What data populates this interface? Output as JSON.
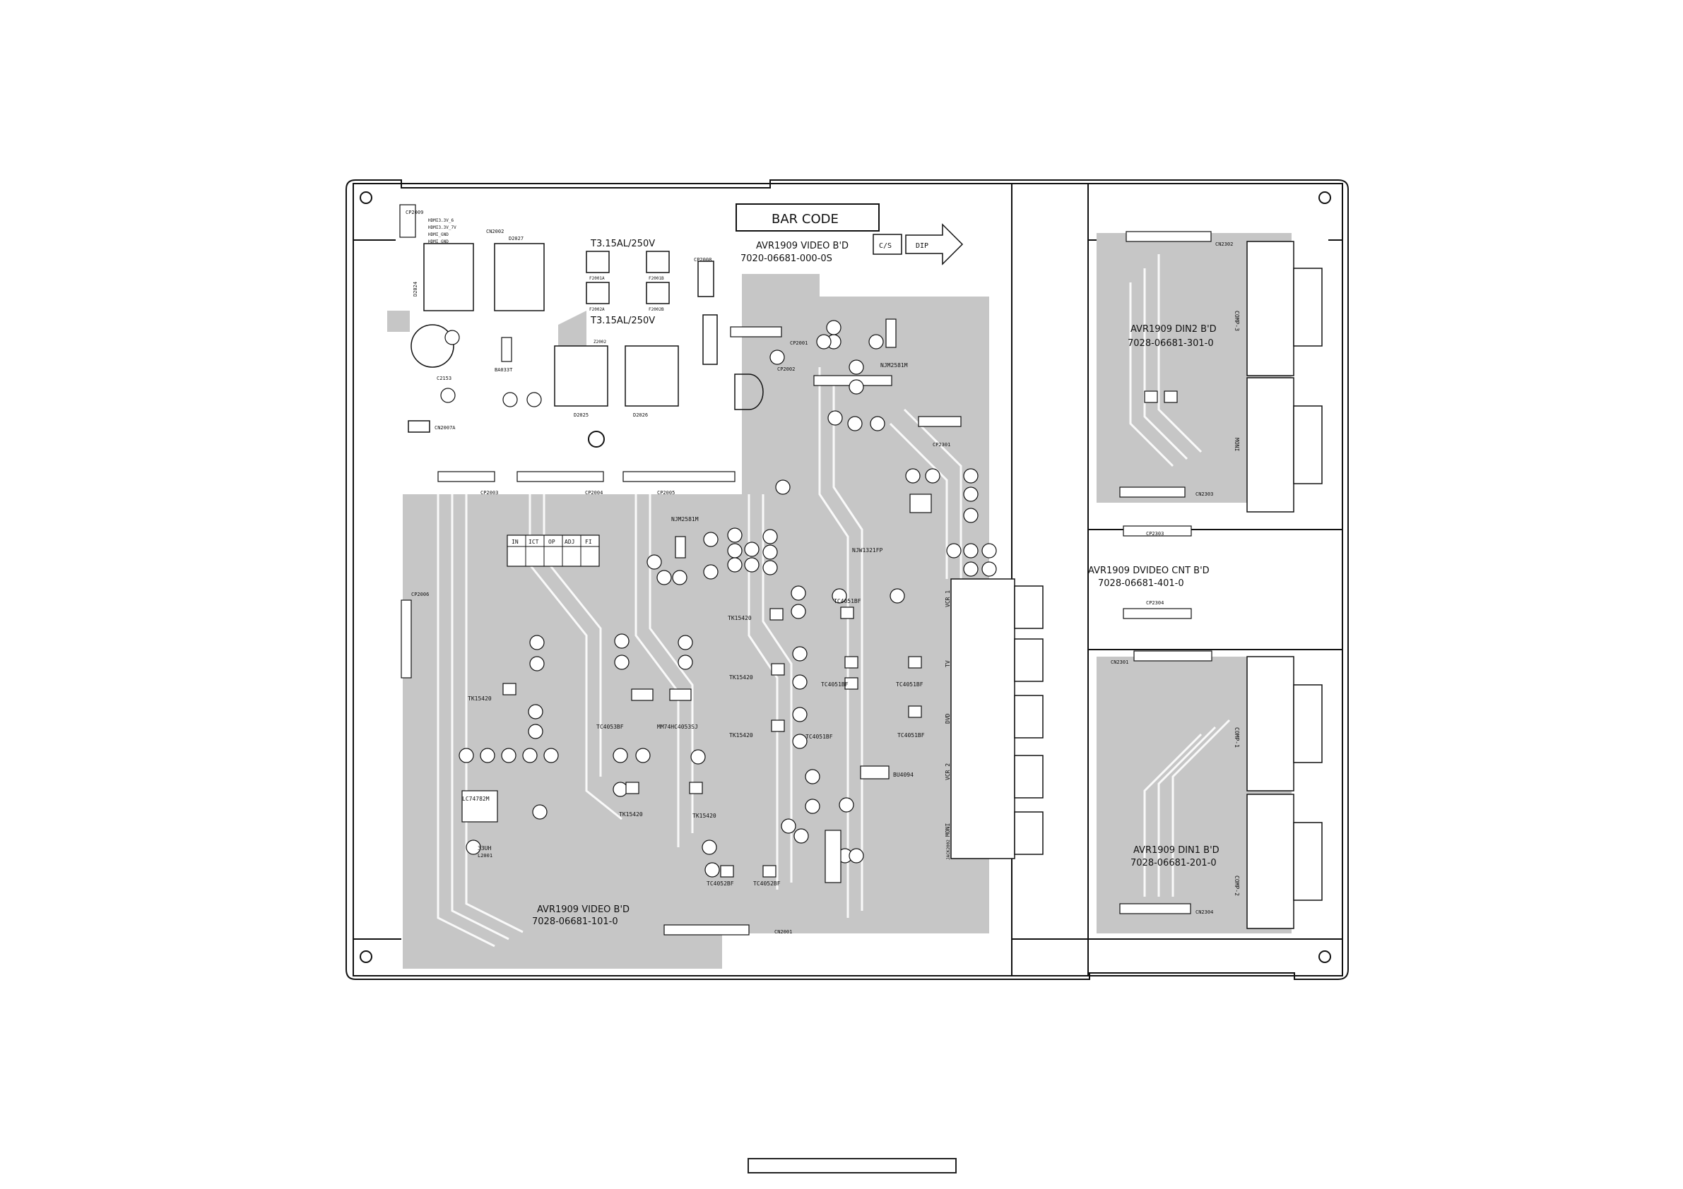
{
  "board_main": {
    "barcode_label": "BAR CODE",
    "board_name_top": "AVR1909 VIDEO B'D",
    "board_number_top": "7020-06681-000-0S",
    "board_name_bottom": "AVR1909 VIDEO B'D",
    "board_number_bottom": "7028-06681-101-0",
    "fuse_1": "T3.15AL/250V",
    "fuse_2": "T3.15AL/250V",
    "cs_label": "C/S",
    "dip_label": "DIP",
    "process_table": [
      "IN",
      "ICT",
      "OP",
      "ADJ",
      "FI"
    ]
  },
  "boards_side": [
    {
      "name": "AVR1909 DIN2 B'D",
      "number": "7028-06681-301-0"
    },
    {
      "name": "AVR1909 DVIDEO CNT B'D",
      "number": "7028-06681-401-0"
    },
    {
      "name": "AVR1909 DIN1 B'D",
      "number": "7028-06681-201-0"
    }
  ],
  "ic_labels": [
    {
      "id": "ic2021",
      "text": "NJM2581M"
    },
    {
      "id": "ic2022",
      "text": "NJM2581M"
    },
    {
      "id": "ic2023",
      "text": "NJW1321FP"
    },
    {
      "id": "ic2005",
      "text": "TK15420"
    },
    {
      "id": "ic2001",
      "text": "TK15420"
    },
    {
      "id": "ic2008",
      "text": "TK15420"
    },
    {
      "id": "ic2016",
      "text": "TK15420"
    },
    {
      "id": "ic2012",
      "text": "TK15420"
    },
    {
      "id": "ic2013",
      "text": "TK15420"
    },
    {
      "id": "ic2006",
      "text": "TC4053BF"
    },
    {
      "id": "ic2007",
      "text": "MM74HC4053SJ"
    },
    {
      "id": "ic2003",
      "text": "TC4051BF"
    },
    {
      "id": "ic2002",
      "text": "TC4051BF"
    },
    {
      "id": "ic2011",
      "text": "TC4051BF"
    },
    {
      "id": "ic2004",
      "text": "TC4051BF"
    },
    {
      "id": "ic2009",
      "text": "TC4051BF"
    },
    {
      "id": "ic2010",
      "text": "BU4094"
    },
    {
      "id": "ic2017",
      "text": "LC74782M"
    },
    {
      "id": "ic2015",
      "text": "TC4052BF"
    },
    {
      "id": "ic2014",
      "text": "TC4052BF"
    },
    {
      "id": "ic2024",
      "text": "BA033T"
    }
  ],
  "connector_labels": [
    "CN2002",
    "CN2007A",
    "CN2001",
    "CP2001",
    "CP2002",
    "CP2003",
    "CP2004",
    "CP2005",
    "CP2006",
    "CP2008",
    "CP2009",
    "CP2301",
    "CN2302",
    "CN2303",
    "CP2303",
    "CP2304",
    "CN2301",
    "CN2304"
  ],
  "power_labels": [
    "HDMI3.3V_6",
    "HDMI3.3V_7V",
    "HDMI_GND",
    "HDMI_GND"
  ],
  "misc_labels": [
    "33UH",
    "L2001",
    "D2025",
    "D2026",
    "D2027",
    "D2024",
    "C2153",
    "F2001A",
    "F2001B",
    "F2002A",
    "F2002B",
    "Z2002",
    "JACK2002"
  ],
  "jack_labels": [
    "VCR_1",
    "TV",
    "DVD",
    "VCR_2",
    "MONI"
  ],
  "din_labels": [
    "COMP-3",
    "MONI",
    "COMP-1",
    "COMP-2"
  ]
}
